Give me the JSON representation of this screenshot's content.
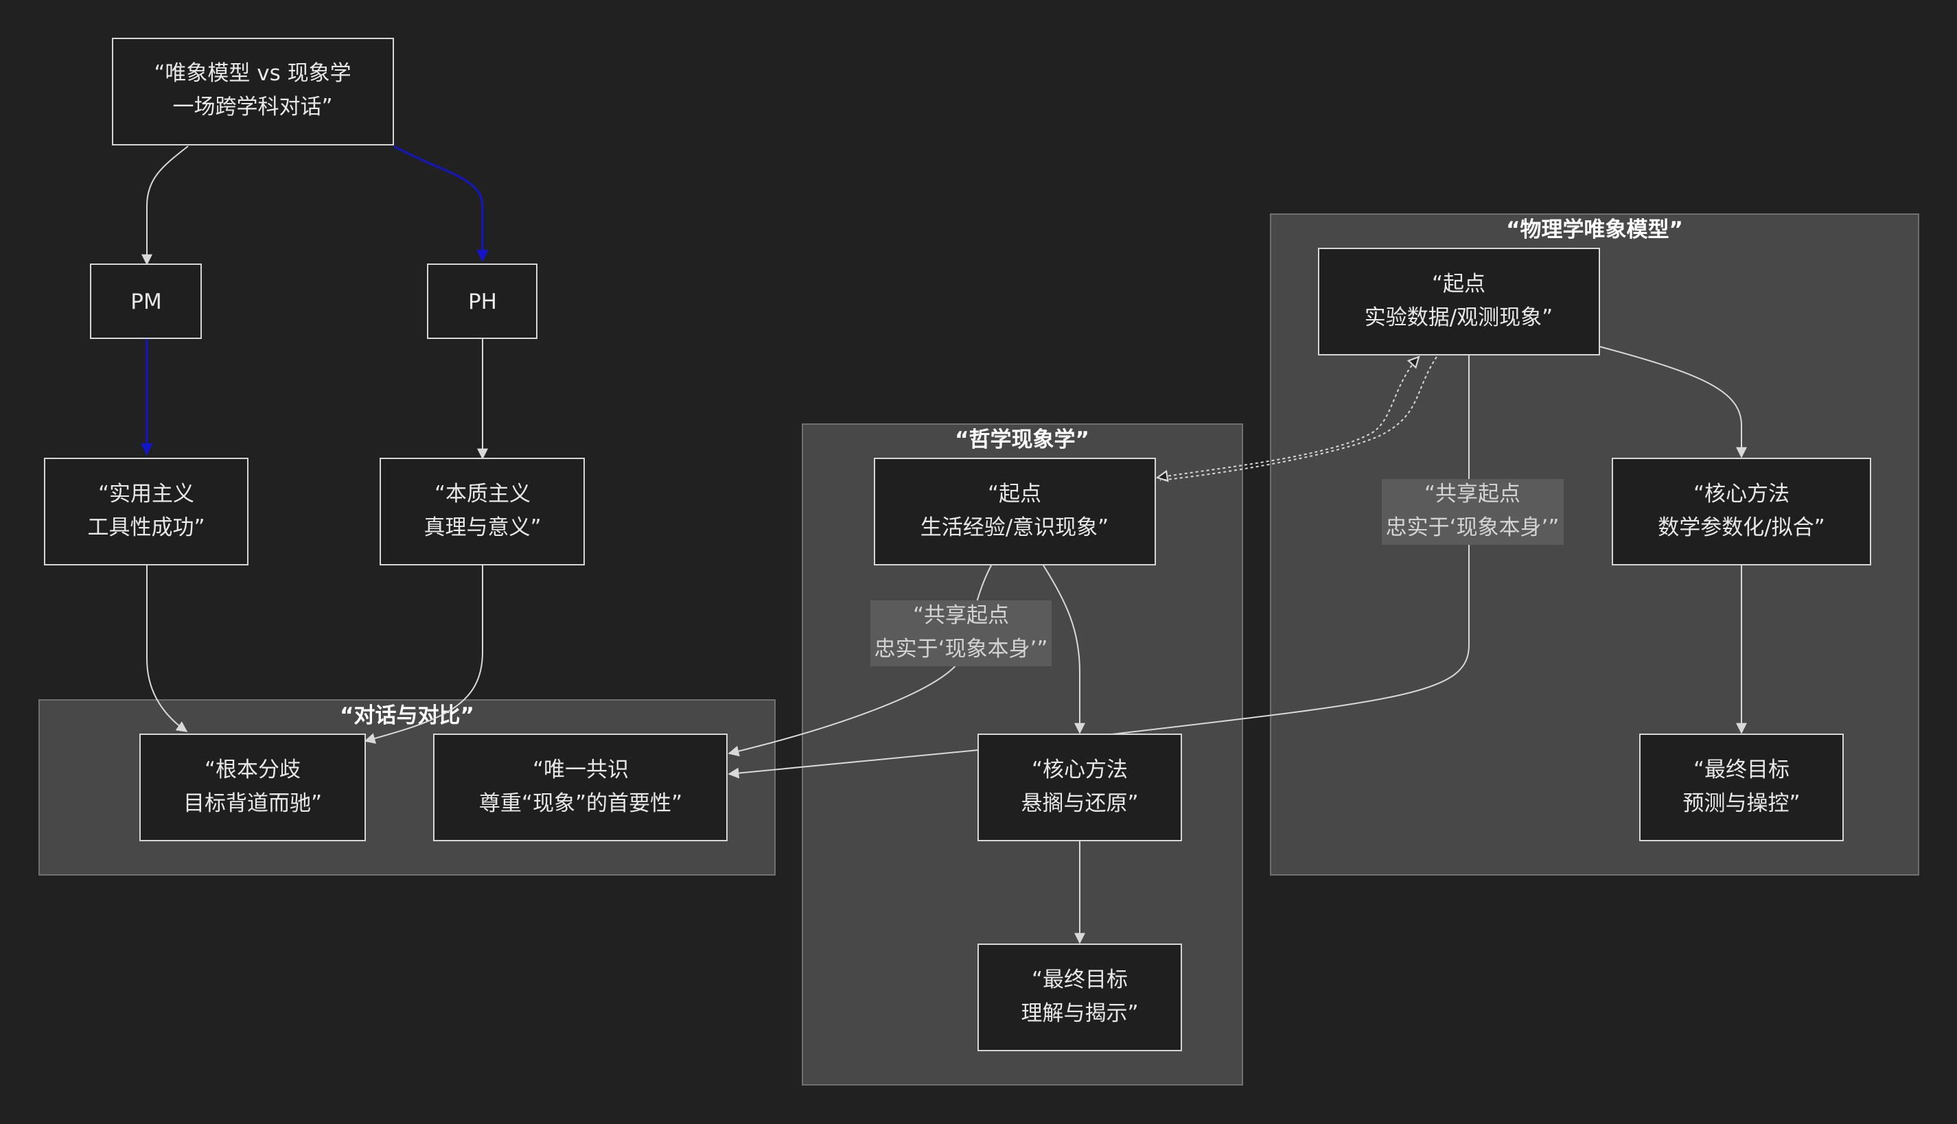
{
  "nodes": {
    "title": [
      "“唯象模型 vs 现象学",
      "一场跨学科对话”"
    ],
    "pm": [
      "PM"
    ],
    "ph": [
      "PH"
    ],
    "pragmatism": [
      "“实用主义",
      "工具性成功”"
    ],
    "essentialism": [
      "“本质主义",
      "真理与意义”"
    ],
    "divergence": [
      "“根本分歧",
      "目标背道而驰”"
    ],
    "consensus": [
      "“唯一共识",
      "尊重“现象”的首要性”"
    ],
    "phil_start": [
      "“起点",
      "生活经验/意识现象”"
    ],
    "phil_method": [
      "“核心方法",
      "悬搁与还原”"
    ],
    "phil_goal": [
      "“最终目标",
      "理解与揭示”"
    ],
    "phys_start": [
      "“起点",
      "实验数据/观测现象”"
    ],
    "phys_method": [
      "“核心方法",
      "数学参数化/拟合”"
    ],
    "phys_goal": [
      "“最终目标",
      "预测与操控”"
    ]
  },
  "clusters": {
    "dialogue": "“对话与对比”",
    "philosophy": "“哲学现象学”",
    "physics": "“物理学唯象模型”"
  },
  "edge_labels": {
    "shared_phil": [
      "“共享起点",
      "忠实于‘现象本身’”"
    ],
    "shared_phys": [
      "“共享起点",
      "忠实于‘现象本身’”"
    ]
  },
  "colors": {
    "background": "#212121",
    "cluster_fill": "#474847",
    "node_fill": "#1e1f1e",
    "node_stroke": "#d6d6d6",
    "edge": "#d9d9d9",
    "edge_highlight": "#1515c8"
  }
}
